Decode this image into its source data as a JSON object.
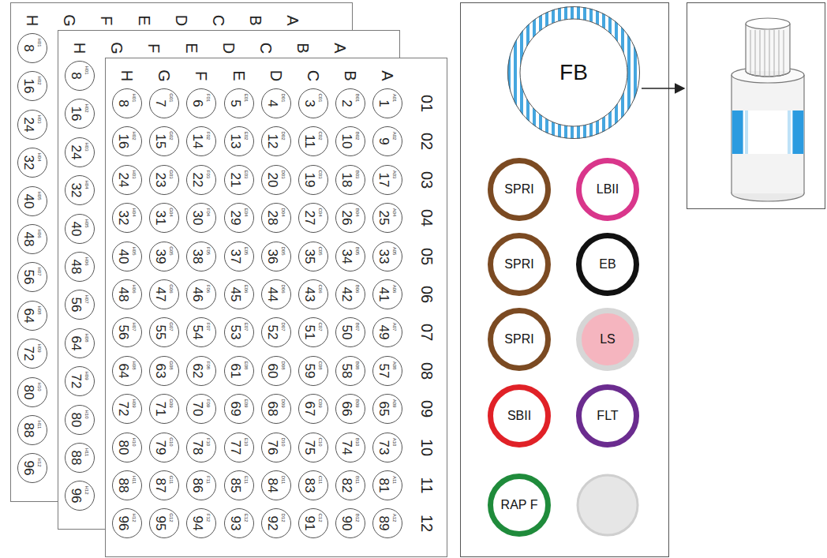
{
  "diagram": {
    "nodes": [
      {
        "text": [
          "H",
          "G",
          "F",
          "E",
          "D",
          "C",
          "B",
          "A"
        ]
      },
      {
        "text": [
          "8",
          "H01"
        ],
        "in": 0
      },
      {
        "text": [
          "16",
          "H02"
        ],
        "in": 0
      },
      {
        "text": [
          "24",
          "H03"
        ],
        "in": 0
      },
      {
        "text": [
          "32",
          "H04"
        ],
        "in": 0
      },
      {
        "text": [
          "40",
          "H05"
        ],
        "in": 0
      },
      {
        "text": [
          "48",
          "H06"
        ],
        "in": 0
      },
      {
        "text": [
          "56",
          "H07"
        ],
        "in": 0
      },
      {
        "text": [
          "64",
          "H08"
        ],
        "in": 0
      },
      {
        "text": [
          "72",
          "H09"
        ],
        "in": 0
      },
      {
        "text": [
          "80",
          "H10"
        ],
        "in": 0
      },
      {
        "text": [
          "88",
          "H11"
        ],
        "in": 0
      },
      {
        "text": [
          "96",
          "H12"
        ],
        "in": 0
      },
      {
        "text": [
          "H",
          "G",
          "F",
          "E",
          "D",
          "C",
          "B",
          "A"
        ]
      },
      {
        "text": [
          "8",
          "H01"
        ],
        "in": 13
      },
      {
        "text": [
          "16",
          "H02"
        ],
        "in": 13
      },
      {
        "text": [
          "24",
          "H03"
        ],
        "in": 13
      },
      {
        "text": [
          "32",
          "H04"
        ],
        "in": 13
      },
      {
        "text": [
          "40",
          "H05"
        ],
        "in": 13
      },
      {
        "text": [
          "48",
          "H06"
        ],
        "in": 13
      },
      {
        "text": [
          "56",
          "H07"
        ],
        "in": 13
      },
      {
        "text": [
          "64",
          "H08"
        ],
        "in": 13
      },
      {
        "text": [
          "72",
          "H09"
        ],
        "in": 13
      },
      {
        "text": [
          "80",
          "H10"
        ],
        "in": 13
      },
      {
        "text": [
          "88",
          "H11"
        ],
        "in": 13
      },
      {
        "text": [
          "96",
          "H12"
        ],
        "in": 13
      },
      {
        "text": [
          "H",
          "G",
          "F",
          "E",
          "D",
          "C",
          "B",
          "A",
          "01",
          "02",
          "03",
          "04",
          "05",
          "06",
          "07",
          "08",
          "09",
          "10",
          "11",
          "12"
        ]
      },
      {
        "text": [
          "1",
          "A01"
        ],
        "in": 26
      },
      {
        "text": [
          "2",
          "B01"
        ],
        "in": 26
      },
      {
        "text": [
          "3",
          "C01"
        ],
        "in": 26
      },
      {
        "text": [
          "4",
          "D01"
        ],
        "in": 26
      },
      {
        "text": [
          "5",
          "E01"
        ],
        "in": 26
      },
      {
        "text": [
          "6",
          "F01"
        ],
        "in": 26
      },
      {
        "text": [
          "7",
          "G01"
        ],
        "in": 26
      },
      {
        "text": [
          "8",
          "H01"
        ],
        "in": 26
      },
      {
        "text": [
          "9",
          "A02"
        ],
        "in": 26
      },
      {
        "text": [
          "10",
          "B02"
        ],
        "in": 26
      },
      {
        "text": [
          "11",
          "C02"
        ],
        "in": 26
      },
      {
        "text": [
          "12",
          "D02"
        ],
        "in": 26
      },
      {
        "text": [
          "13",
          "E02"
        ],
        "in": 26
      },
      {
        "text": [
          "14",
          "F02"
        ],
        "in": 26
      },
      {
        "text": [
          "15",
          "G02"
        ],
        "in": 26
      },
      {
        "text": [
          "16",
          "H02"
        ],
        "in": 26
      },
      {
        "text": [
          "17",
          "A03"
        ],
        "in": 26
      },
      {
        "text": [
          "18",
          "B03"
        ],
        "in": 26
      },
      {
        "text": [
          "19",
          "C03"
        ],
        "in": 26
      },
      {
        "text": [
          "20",
          "D03"
        ],
        "in": 26
      },
      {
        "text": [
          "21",
          "E03"
        ],
        "in": 26
      },
      {
        "text": [
          "22",
          "F03"
        ],
        "in": 26
      },
      {
        "text": [
          "23",
          "G03"
        ],
        "in": 26
      },
      {
        "text": [
          "24",
          "H03"
        ],
        "in": 26
      },
      {
        "text": [
          "25",
          "A04"
        ],
        "in": 26
      },
      {
        "text": [
          "26",
          "B04"
        ],
        "in": 26
      },
      {
        "text": [
          "27",
          "C04"
        ],
        "in": 26
      },
      {
        "text": [
          "28",
          "D04"
        ],
        "in": 26
      },
      {
        "text": [
          "29",
          "E04"
        ],
        "in": 26
      },
      {
        "text": [
          "30",
          "F04"
        ],
        "in": 26
      },
      {
        "text": [
          "31",
          "G04"
        ],
        "in": 26
      },
      {
        "text": [
          "32",
          "H04"
        ],
        "in": 26
      },
      {
        "text": [
          "33",
          "A05"
        ],
        "in": 26
      },
      {
        "text": [
          "34",
          "B05"
        ],
        "in": 26
      },
      {
        "text": [
          "35",
          "C05"
        ],
        "in": 26
      },
      {
        "text": [
          "36",
          "D05"
        ],
        "in": 26
      },
      {
        "text": [
          "37",
          "E05"
        ],
        "in": 26
      },
      {
        "text": [
          "38",
          "F05"
        ],
        "in": 26
      },
      {
        "text": [
          "39",
          "G05"
        ],
        "in": 26
      },
      {
        "text": [
          "40",
          "H05"
        ],
        "in": 26
      },
      {
        "text": [
          "41",
          "A06"
        ],
        "in": 26
      },
      {
        "text": [
          "42",
          "B06"
        ],
        "in": 26
      },
      {
        "text": [
          "43",
          "C06"
        ],
        "in": 26
      },
      {
        "text": [
          "44",
          "D06"
        ],
        "in": 26
      },
      {
        "text": [
          "45",
          "E06"
        ],
        "in": 26
      },
      {
        "text": [
          "46",
          "F06"
        ],
        "in": 26
      },
      {
        "text": [
          "47",
          "G06"
        ],
        "in": 26
      },
      {
        "text": [
          "48",
          "H06"
        ],
        "in": 26
      },
      {
        "text": [
          "49",
          "A07"
        ],
        "in": 26
      },
      {
        "text": [
          "50",
          "B07"
        ],
        "in": 26
      },
      {
        "text": [
          "51",
          "C07"
        ],
        "in": 26
      },
      {
        "text": [
          "52",
          "D07"
        ],
        "in": 26
      },
      {
        "text": [
          "53",
          "E07"
        ],
        "in": 26
      },
      {
        "text": [
          "54",
          "F07"
        ],
        "in": 26
      },
      {
        "text": [
          "55",
          "G07"
        ],
        "in": 26
      },
      {
        "text": [
          "56",
          "H07"
        ],
        "in": 26
      },
      {
        "text": [
          "57",
          "A08"
        ],
        "in": 26
      },
      {
        "text": [
          "58",
          "B08"
        ],
        "in": 26
      },
      {
        "text": [
          "59",
          "C08"
        ],
        "in": 26
      },
      {
        "text": [
          "60",
          "D08"
        ],
        "in": 26
      },
      {
        "text": [
          "61",
          "E08"
        ],
        "in": 26
      },
      {
        "text": [
          "62",
          "F08"
        ],
        "in": 26
      },
      {
        "text": [
          "63",
          "G08"
        ],
        "in": 26
      },
      {
        "text": [
          "64",
          "H08"
        ],
        "in": 26
      },
      {
        "text": [
          "65",
          "A09"
        ],
        "in": 26
      },
      {
        "text": [
          "66",
          "B09"
        ],
        "in": 26
      },
      {
        "text": [
          "67",
          "C09"
        ],
        "in": 26
      },
      {
        "text": [
          "68",
          "D09"
        ],
        "in": 26
      },
      {
        "text": [
          "69",
          "E09"
        ],
        "in": 26
      },
      {
        "text": [
          "70",
          "F09"
        ],
        "in": 26
      },
      {
        "text": [
          "71",
          "G09"
        ],
        "in": 26
      },
      {
        "text": [
          "72",
          "H09"
        ],
        "in": 26
      },
      {
        "text": [
          "73",
          "A10"
        ],
        "in": 26
      },
      {
        "text": [
          "74",
          "B10"
        ],
        "in": 26
      },
      {
        "text": [
          "75",
          "C10"
        ],
        "in": 26
      },
      {
        "text": [
          "76",
          "D10"
        ],
        "in": 26
      },
      {
        "text": [
          "77",
          "E10"
        ],
        "in": 26
      },
      {
        "text": [
          "78",
          "F10"
        ],
        "in": 26
      },
      {
        "text": [
          "79",
          "G10"
        ],
        "in": 26
      },
      {
        "text": [
          "80",
          "H10"
        ],
        "in": 26
      },
      {
        "text": [
          "81",
          "A11"
        ],
        "in": 26
      },
      {
        "text": [
          "82",
          "B11"
        ],
        "in": 26
      },
      {
        "text": [
          "83",
          "C11"
        ],
        "in": 26
      },
      {
        "text": [
          "84",
          "D11"
        ],
        "in": 26
      },
      {
        "text": [
          "85",
          "E11"
        ],
        "in": 26
      },
      {
        "text": [
          "86",
          "F11"
        ],
        "in": 26
      },
      {
        "text": [
          "87",
          "G11"
        ],
        "in": 26
      },
      {
        "text": [
          "88",
          "H11"
        ],
        "in": 26
      },
      {
        "text": [
          "89",
          "A12"
        ],
        "in": 26
      },
      {
        "text": [
          "90",
          "B12"
        ],
        "in": 26
      },
      {
        "text": [
          "91",
          "C12"
        ],
        "in": 26
      },
      {
        "text": [
          "92",
          "D12"
        ],
        "in": 26
      },
      {
        "text": [
          "93",
          "E12"
        ],
        "in": 26
      },
      {
        "text": [
          "94",
          "F12"
        ],
        "in": 26
      },
      {
        "text": [
          "95",
          "G12"
        ],
        "in": 26
      },
      {
        "text": [
          "96",
          "H12"
        ],
        "in": 26
      },
      {
        "text": [
          "FB"
        ]
      },
      {
        "text": [
          "SPRI"
        ]
      },
      {
        "text": [
          "LBII"
        ]
      },
      {
        "text": [
          "SPRI"
        ]
      },
      {
        "text": [
          "EB"
        ]
      },
      {
        "text": [
          "SPRI"
        ]
      },
      {
        "text": [
          "LS"
        ]
      },
      {
        "text": [
          "SBII"
        ]
      },
      {
        "text": [
          "FLT"
        ]
      },
      {
        "text": [
          "RAP F"
        ]
      }
    ]
  }
}
